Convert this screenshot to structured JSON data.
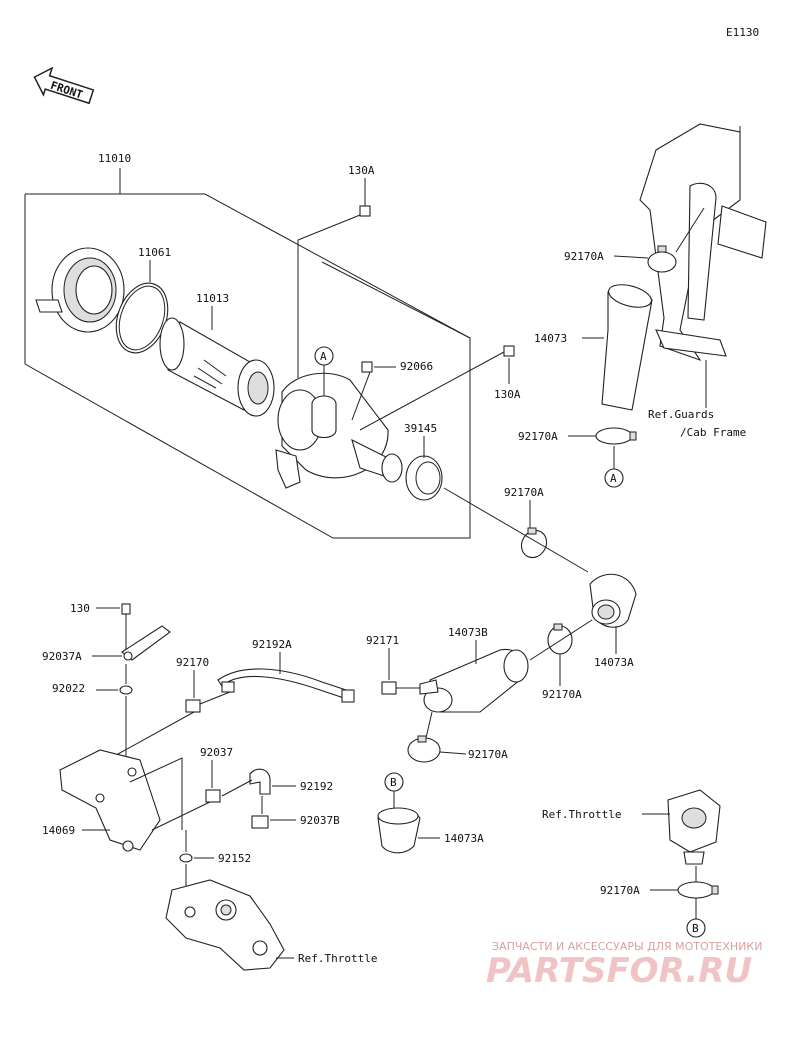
{
  "diagram_code": "E1130",
  "front_label": "FRONT",
  "ref_labels": {
    "guards_line1": "Ref.Guards",
    "guards_line2": "/Cab Frame",
    "throttle_right": "Ref.Throttle",
    "throttle_bottom": "Ref.Throttle"
  },
  "circle_markers": {
    "a": "A",
    "b": "B"
  },
  "part_numbers": {
    "p11010": "11010",
    "p130a_top": "130A",
    "p11061": "11061",
    "p11013": "11013",
    "p92066": "92066",
    "p130a_right": "130A",
    "p39145": "39145",
    "p92170a_top": "92170A",
    "p14073": "14073",
    "p92170a_mid": "92170A",
    "p92170a_center": "92170A",
    "p14073a_right": "14073A",
    "p130": "130",
    "p92037a": "92037A",
    "p92022": "92022",
    "p92170": "92170",
    "p92192a": "92192A",
    "p92171": "92171",
    "p14073b": "14073B",
    "p92170a_r2": "92170A",
    "p92037": "92037",
    "p92192": "92192",
    "p92037b": "92037B",
    "p92170a_low": "92170A",
    "p14069": "14069",
    "p92152": "92152",
    "p14073a_low": "14073A",
    "p92170a_br": "92170A"
  },
  "watermark": {
    "line1": "ЗАПЧАСТИ И АКСЕССУАРЫ ДЛЯ МОТОТЕХНИКИ",
    "line2": "PARTSFOR.RU"
  }
}
